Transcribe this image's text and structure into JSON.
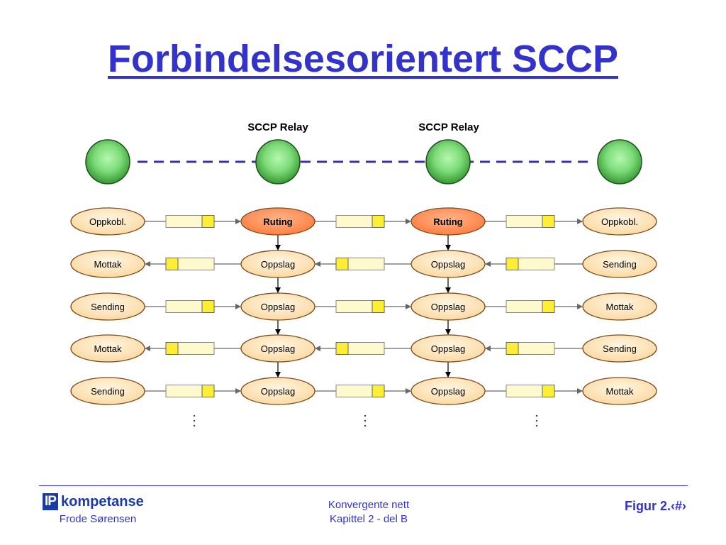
{
  "slide": {
    "title": "Forbindelsesorientert SCCP"
  },
  "diagram": {
    "relay_labels": [
      "SCCP Relay",
      "SCCP Relay"
    ],
    "columns": [
      [
        "Oppkobl.",
        "Mottak",
        "Sending",
        "Mottak",
        "Sending"
      ],
      [
        "Ruting",
        "Oppslag",
        "Oppslag",
        "Oppslag",
        "Oppslag"
      ],
      [
        "Ruting",
        "Oppslag",
        "Oppslag",
        "Oppslag",
        "Oppslag"
      ],
      [
        "Oppkobl.",
        "Sending",
        "Mottak",
        "Sending",
        "Mottak"
      ]
    ],
    "row_direction": [
      "right",
      "left",
      "right",
      "left",
      "right"
    ],
    "colors": {
      "node_green": "#66cc66",
      "dashed_link": "#3333aa",
      "ellipse_fill": "#fde9c6",
      "ruting_fill": "#ff8c55",
      "message_body": "#fffacd",
      "message_flag": "#ffee33",
      "arrow": "#666666"
    }
  },
  "footer": {
    "logo_mark": "IP",
    "logo_text": "kompetanse",
    "author": "Frode Sørensen",
    "course": "Konvergente nett",
    "chapter": "Kapittel 2 - del B",
    "figure": "Figur 2.‹#›"
  }
}
